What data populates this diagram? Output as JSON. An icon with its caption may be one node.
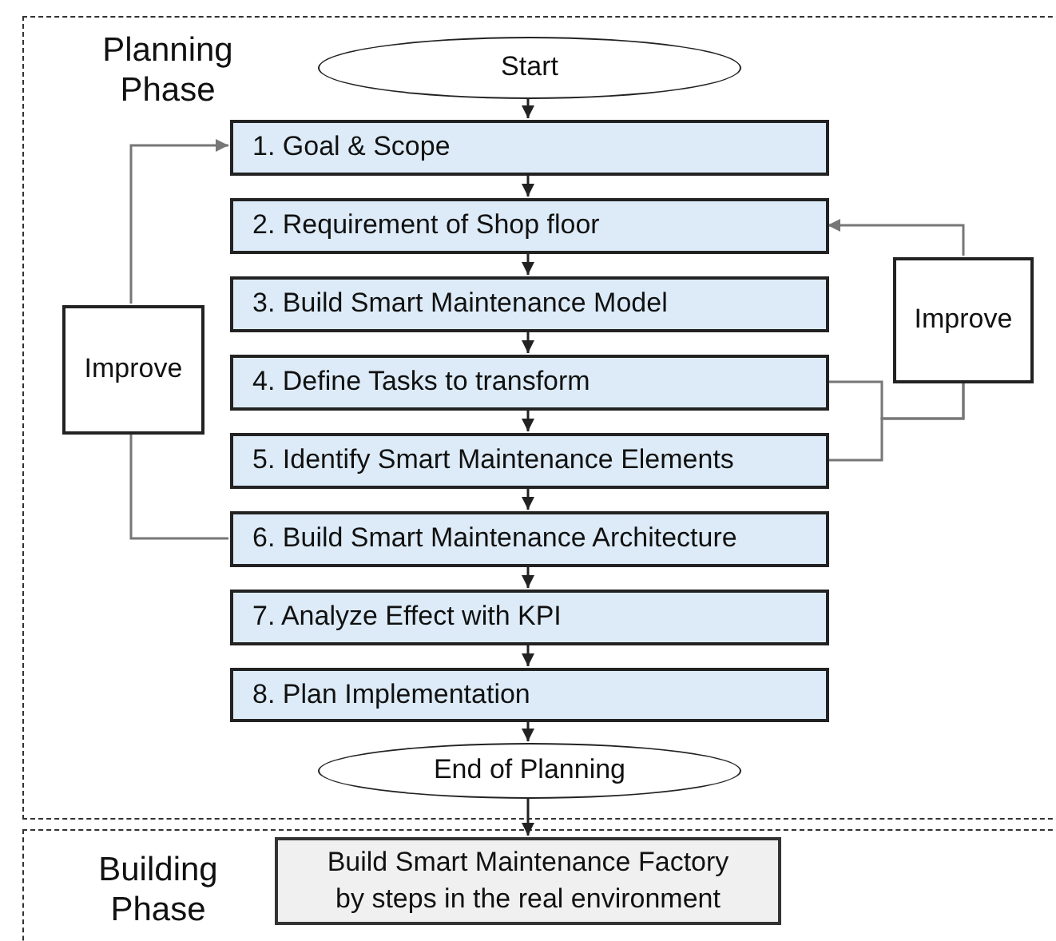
{
  "diagram": {
    "nodes": [
      {
        "text": [
          "Planning Phase"
        ]
      },
      {
        "text": [
          "Start"
        ],
        "in": 0
      },
      {
        "text": [
          "1. Goal & Scope"
        ],
        "in": 0
      },
      {
        "text": [
          "2. Requirement of Shop floor"
        ],
        "in": 0
      },
      {
        "text": [
          "3. Build Smart Maintenance Model"
        ],
        "in": 0
      },
      {
        "text": [
          "4. Define Tasks to transform"
        ],
        "in": 0
      },
      {
        "text": [
          "5. Identify Smart Maintenance Elements"
        ],
        "in": 0
      },
      {
        "text": [
          "6. Build Smart Maintenance Architecture"
        ],
        "in": 0
      },
      {
        "text": [
          "7. Analyze Effect with KPI"
        ],
        "in": 0
      },
      {
        "text": [
          "8. Plan Implementation"
        ],
        "in": 0
      },
      {
        "text": [
          "Improve"
        ],
        "in": 0
      },
      {
        "text": [
          "Improve"
        ],
        "in": 0
      },
      {
        "text": [
          "End of Planning"
        ],
        "in": 0
      },
      {
        "text": [
          "Building Phase"
        ]
      },
      {
        "text": [
          "Build Smart Maintenance Factory by steps in the real environment"
        ],
        "in": 13
      }
    ],
    "edges": [
      {
        "from": 1,
        "to": 2,
        "arrow": "to"
      },
      {
        "from": 2,
        "to": 3,
        "arrow": "to"
      },
      {
        "from": 3,
        "to": 4,
        "arrow": "to"
      },
      {
        "from": 4,
        "to": 5,
        "arrow": "to"
      },
      {
        "from": 5,
        "to": 6,
        "arrow": "to"
      },
      {
        "from": 6,
        "to": 7,
        "arrow": "to"
      },
      {
        "from": 7,
        "to": 8,
        "arrow": "to"
      },
      {
        "from": 8,
        "to": 9,
        "arrow": "to"
      },
      {
        "from": 9,
        "to": 12,
        "arrow": "to"
      },
      {
        "from": 12,
        "to": 14,
        "arrow": "to"
      },
      {
        "from": 10,
        "to": 2,
        "arrow": "to",
        "color": "#777777"
      },
      {
        "from": 7,
        "to": 10,
        "arrow": "none",
        "color": "#777777"
      },
      {
        "from": 11,
        "to": 3,
        "arrow": "to",
        "color": "#777777"
      },
      {
        "from": 5,
        "to": 11,
        "arrow": "none",
        "color": "#777777"
      },
      {
        "from": 6,
        "to": 11,
        "arrow": "none",
        "color": "#777777"
      }
    ]
  }
}
